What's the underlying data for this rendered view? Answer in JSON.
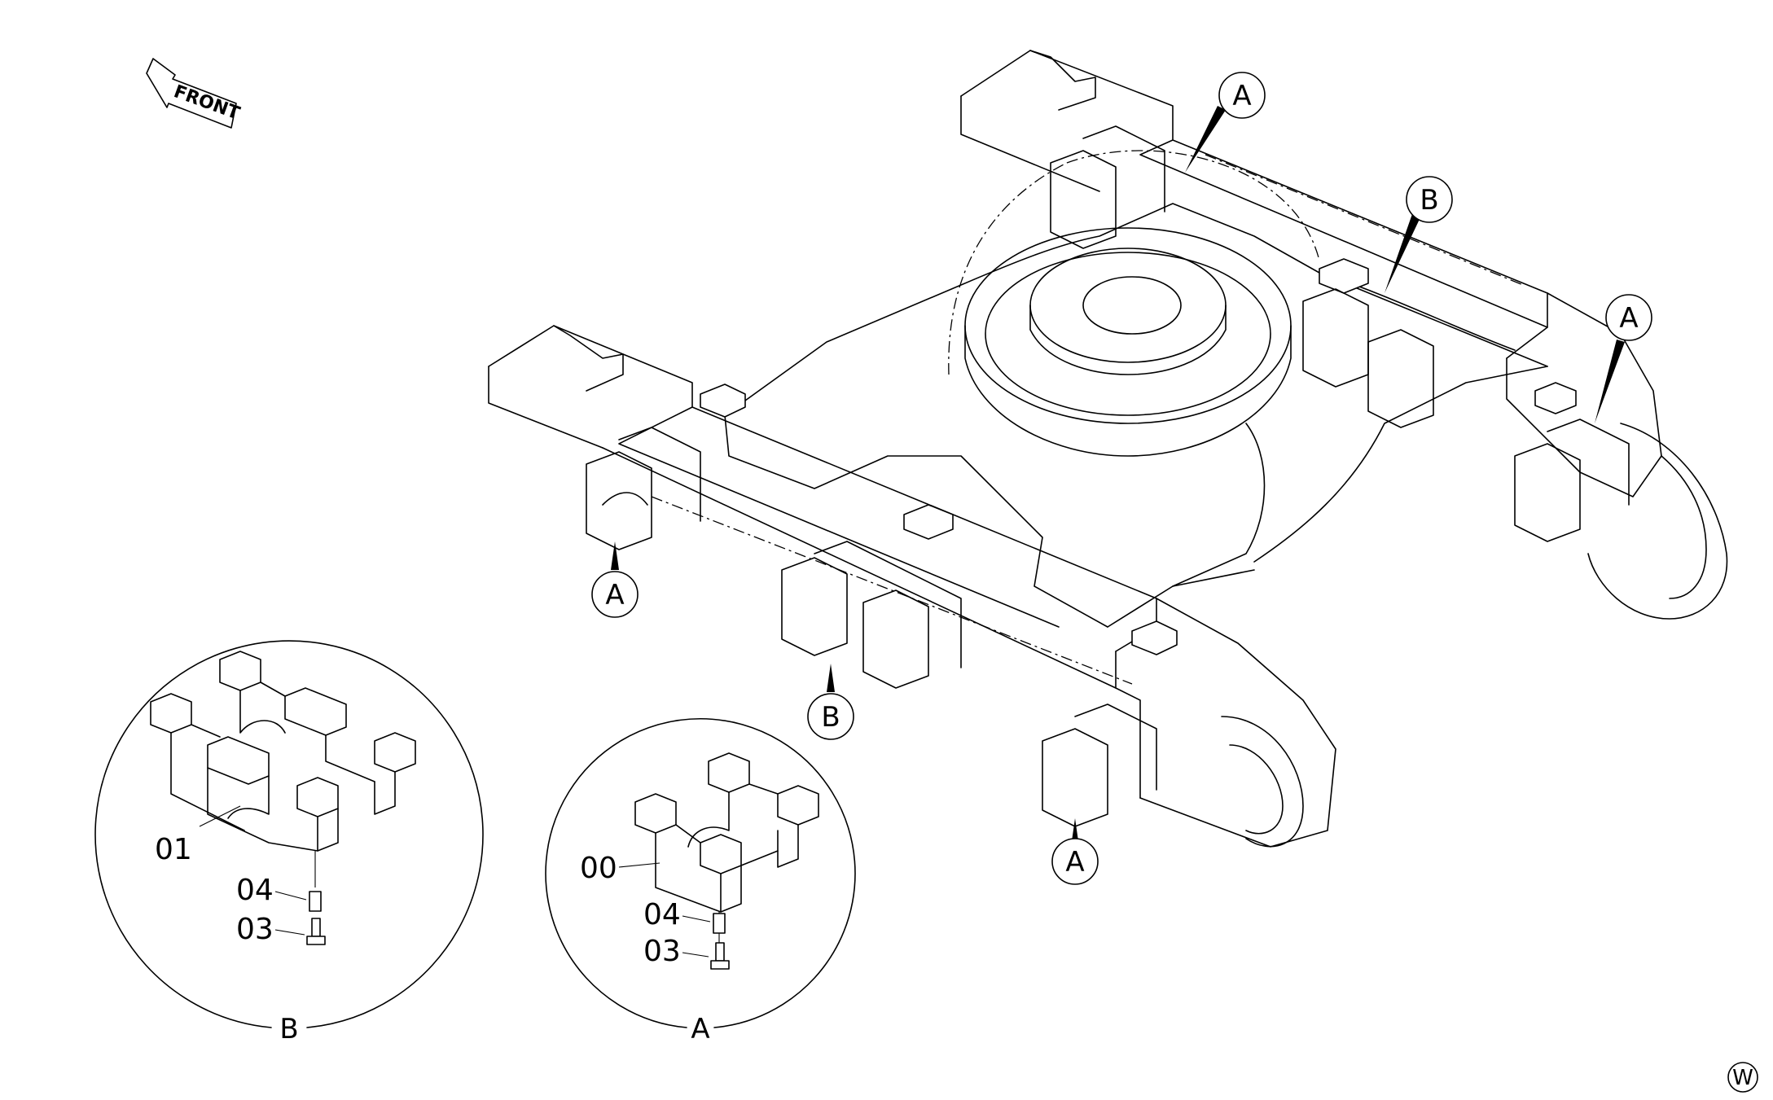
{
  "direction_indicator": {
    "text": "FRONT"
  },
  "callouts": {
    "top_left_track": "A",
    "top_center": "B",
    "top_right": "A",
    "bottom_left": "A",
    "bottom_center": "B",
    "bottom_right": "A"
  },
  "detail_b": {
    "view_label": "B",
    "parts": {
      "guard": "01",
      "spacer": "04",
      "bolt": "03"
    }
  },
  "detail_a": {
    "view_label": "A",
    "parts": {
      "guard": "00",
      "spacer": "04",
      "bolt": "03"
    }
  },
  "corner_mark": "W"
}
